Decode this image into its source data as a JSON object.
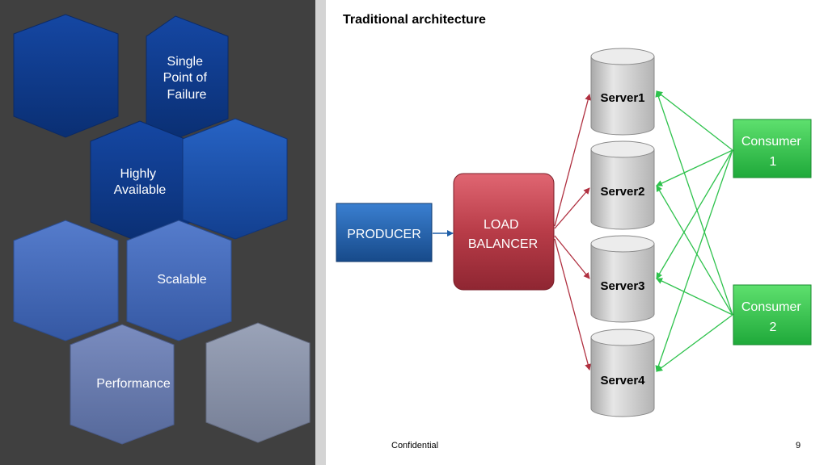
{
  "slide": {
    "title": "Traditional architecture",
    "footer_confidential": "Confidential",
    "page_number": "9"
  },
  "hexagons": [
    {
      "id": "hex-top-left-empty",
      "lines": []
    },
    {
      "id": "hex-single-point-of-failure",
      "lines": [
        "Single",
        "Point of",
        "Failure"
      ]
    },
    {
      "id": "hex-highly-available",
      "lines": [
        "Highly",
        "Available"
      ]
    },
    {
      "id": "hex-middle-right-empty",
      "lines": []
    },
    {
      "id": "hex-lower-left-empty",
      "lines": []
    },
    {
      "id": "hex-scalable",
      "lines": [
        "Scalable"
      ]
    },
    {
      "id": "hex-performance",
      "lines": [
        "Performance"
      ]
    },
    {
      "id": "hex-bottom-right-empty",
      "lines": []
    }
  ],
  "diagram": {
    "producer": "PRODUCER",
    "load_balancer": [
      "LOAD",
      "BALANCER"
    ],
    "servers": [
      "Server1",
      "Server2",
      "Server3",
      "Server4"
    ],
    "consumers": [
      [
        "Consumer",
        "1"
      ],
      [
        "Consumer",
        "2"
      ]
    ]
  },
  "colors": {
    "left_panel": "#404040",
    "hex_dark_blue": "#0d3a8c",
    "hex_mid_blue": "#1e56b4",
    "hex_light_blue": "#4a6fbd",
    "hex_slate": "#6b7fae",
    "hex_gray": "#8a93a8",
    "producer_blue": "#1f5fa8",
    "load_balancer_red": "#b83c48",
    "consumer_green": "#2fc94a",
    "server_gray": "#c8c8c8",
    "arrow_red": "#b03040",
    "arrow_green": "#2ec24c"
  }
}
